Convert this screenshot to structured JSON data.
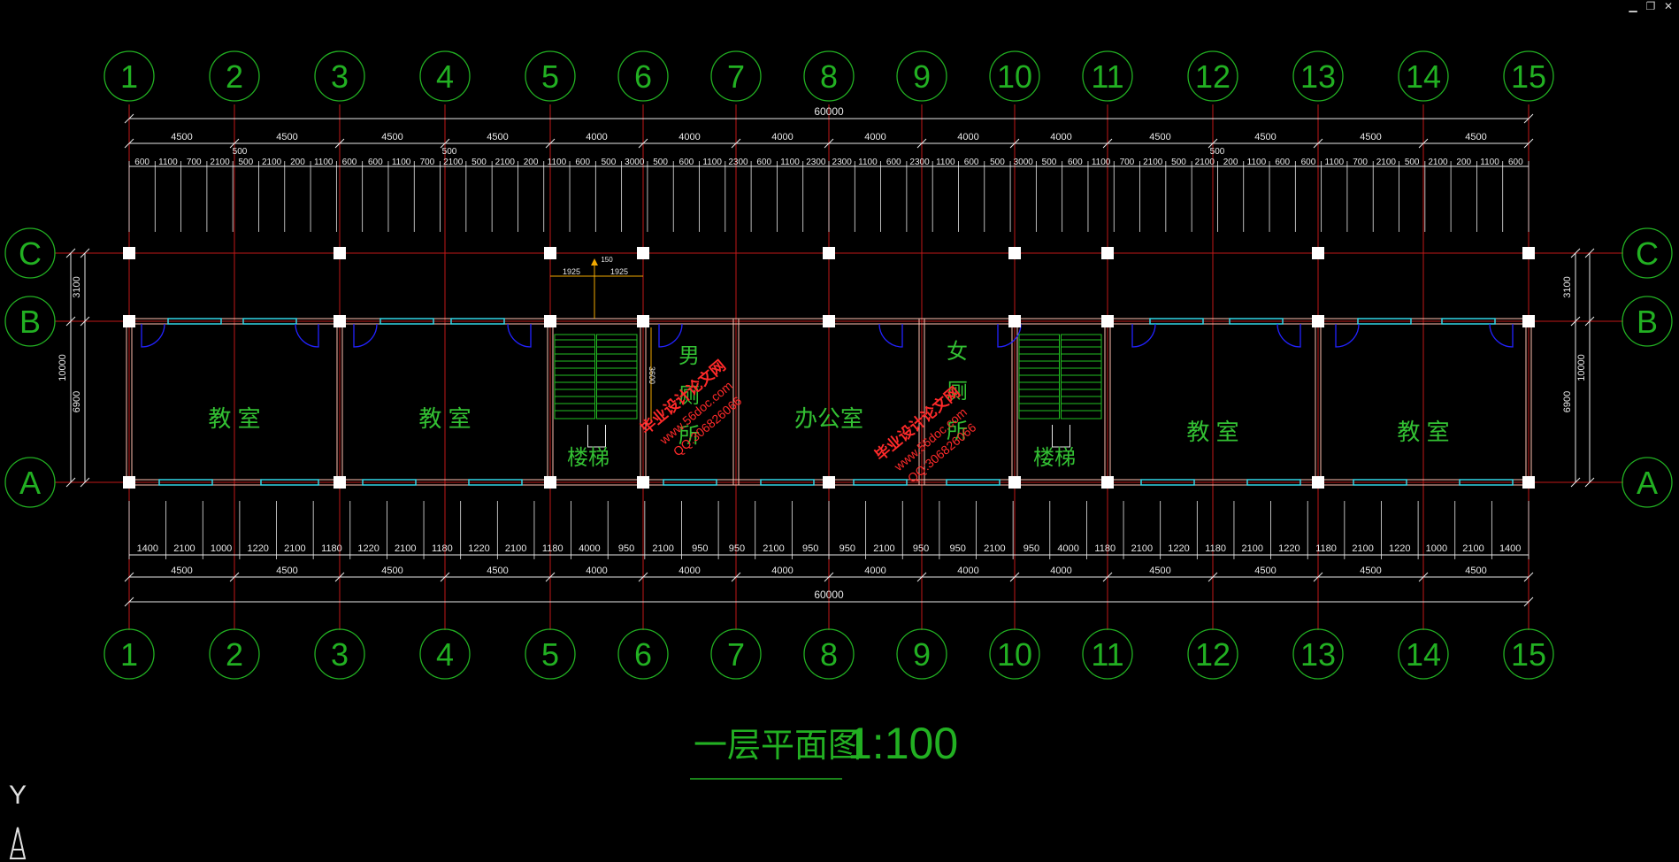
{
  "window": {
    "minimize_icon": "minimize-icon",
    "restore_icon": "restore-icon",
    "close_icon": "close-icon",
    "minimize_glyph": "▁",
    "restore_glyph": "❐",
    "close_glyph": "✕"
  },
  "colors": {
    "background": "#000000",
    "axis_bubble": "#22b022",
    "grid_line": "#c01818",
    "dimension": "#e8e8e8",
    "wall": "#ffc0b0",
    "window_glass": "#33d6e6",
    "door": "#2222ff",
    "room_label": "#33c033",
    "watermark": "#ff2a2a",
    "annotation": "#f0a800",
    "title": "#22b022",
    "ucs": "#e0e0e0"
  },
  "axes_columns": [
    "1",
    "2",
    "3",
    "4",
    "5",
    "6",
    "7",
    "8",
    "9",
    "10",
    "11",
    "12",
    "13",
    "14",
    "15"
  ],
  "axes_rows": [
    "C",
    "B",
    "A"
  ],
  "dims": {
    "top_total": "60000",
    "top_bays": [
      "4500",
      "4500",
      "4500",
      "4500",
      "4000",
      "4000",
      "4000",
      "4000",
      "4000",
      "4000",
      "4500",
      "4500",
      "4500",
      "4500"
    ],
    "top_detail": [
      "600",
      "1100",
      "700",
      "2100",
      "500",
      "2100",
      "200",
      "1100",
      "600",
      "600",
      "1100",
      "700",
      "2100",
      "500",
      "2100",
      "200",
      "1100",
      "600",
      "500",
      "3000",
      "500",
      "600",
      "1100",
      "2300",
      "600",
      "1100",
      "2300",
      "2300",
      "1100",
      "600",
      "2300",
      "1100",
      "600",
      "500",
      "3000",
      "500",
      "600",
      "1100",
      "700",
      "2100",
      "500",
      "2100",
      "200",
      "1100",
      "600",
      "600",
      "1100",
      "700",
      "2100",
      "500",
      "2100",
      "200",
      "1100",
      "600"
    ],
    "top_minor": [
      "500",
      "500",
      "500"
    ],
    "bottom_detail": [
      "1400",
      "2100",
      "1000",
      "1220",
      "2100",
      "1180",
      "1220",
      "2100",
      "1180",
      "1220",
      "2100",
      "1180",
      "4000",
      "950",
      "2100",
      "950",
      "950",
      "2100",
      "950",
      "950",
      "2100",
      "950",
      "950",
      "2100",
      "950",
      "4000",
      "1180",
      "2100",
      "1220",
      "1180",
      "2100",
      "1220",
      "1180",
      "2100",
      "1220",
      "1000",
      "2100",
      "1400"
    ],
    "bottom_bays": [
      "4500",
      "4500",
      "4500",
      "4500",
      "4000",
      "4000",
      "4000",
      "4000",
      "4000",
      "4000",
      "4500",
      "4500",
      "4500",
      "4500"
    ],
    "bottom_total": "60000",
    "left_vertical": {
      "total": "10000",
      "upper": "3100",
      "lower": "6900"
    },
    "right_vertical": {
      "total": "10000",
      "upper": "3100",
      "lower": "6900"
    },
    "stair_top": [
      "1925",
      "1925"
    ],
    "stair_small": "150",
    "stair_side": "3600"
  },
  "rooms": [
    {
      "name": "教 室",
      "axis_from": 1,
      "axis_to": 3
    },
    {
      "name": "教 室",
      "axis_from": 3,
      "axis_to": 5
    },
    {
      "name": "楼梯",
      "axis_from": 5,
      "axis_to": 6
    },
    {
      "name": "男",
      "axis_from": 6,
      "axis_to": 7
    },
    {
      "name": "厕",
      "axis_from": 6,
      "axis_to": 7
    },
    {
      "name": "所",
      "axis_from": 6,
      "axis_to": 7
    },
    {
      "name": "办公室",
      "axis_from": 7,
      "axis_to": 9
    },
    {
      "name": "女",
      "axis_from": 9,
      "axis_to": 10
    },
    {
      "name": "厕",
      "axis_from": 9,
      "axis_to": 10
    },
    {
      "name": "所",
      "axis_from": 9,
      "axis_to": 10
    },
    {
      "name": "楼梯",
      "axis_from": 10,
      "axis_to": 11
    },
    {
      "name": "教 室",
      "axis_from": 11,
      "axis_to": 13
    },
    {
      "name": "教 室",
      "axis_from": 13,
      "axis_to": 15
    }
  ],
  "watermarks": [
    {
      "line1": "毕业设计论文网",
      "line2": "www.56doc.com",
      "line3": "QQ:306826066"
    },
    {
      "line1": "毕业设计论文网",
      "line2": "www.56doc.com",
      "line3": "QQ:306826066"
    }
  ],
  "drawing_title": {
    "name": "一层平面图",
    "scale": "1:100"
  },
  "ucs": {
    "y_label": "Y"
  }
}
